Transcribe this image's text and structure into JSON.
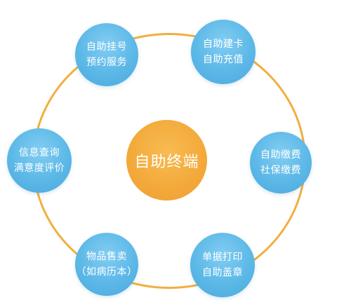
{
  "center": {
    "label": "自助终端"
  },
  "nodes": [
    {
      "id": "registration",
      "line1": "自助挂号",
      "line2": "预约服务"
    },
    {
      "id": "card",
      "line1": "自助建卡",
      "line2": "自助充值"
    },
    {
      "id": "payment",
      "line1": "自助缴费",
      "line2": "社保缴费"
    },
    {
      "id": "printing",
      "line1": "单据打印",
      "line2": "自助盖章"
    },
    {
      "id": "items",
      "line1": "物品售卖",
      "line2": "（如病历本）"
    },
    {
      "id": "inquiry",
      "line1": "信息查询",
      "line2": "满意度评价"
    }
  ],
  "colors": {
    "ring": "#f2ae3f",
    "node": "#5cb8e7",
    "center": "#f3a93a",
    "text": "#ffffff"
  }
}
